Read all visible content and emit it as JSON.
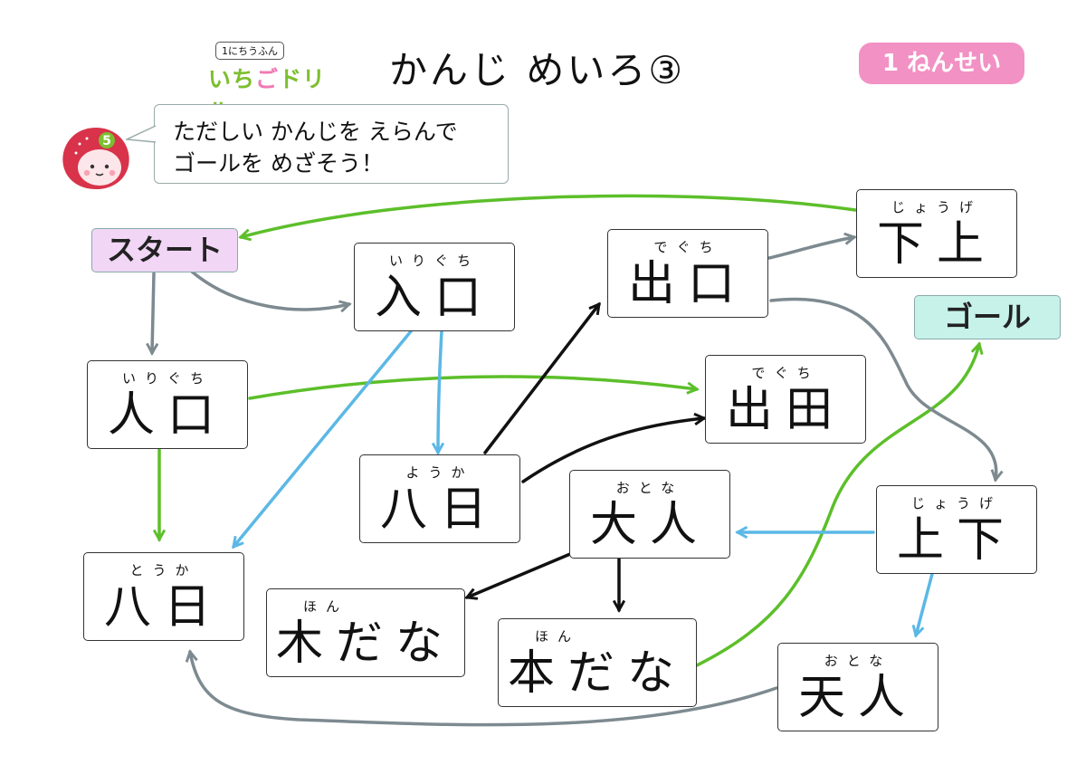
{
  "brand": {
    "tagline": "1にちうふん",
    "name_part1": "いち",
    "name_part2": "ご",
    "name_part3": "ドリル"
  },
  "title": "かんじ めいろ③",
  "grade": "1 ねんせい",
  "instruction": {
    "line1": "ただしい かんじを えらんで",
    "line2": "ゴールを めざそう！"
  },
  "mascot": {
    "badge": "5",
    "icon": "strawberry-mascot-icon"
  },
  "start_label": "スタート",
  "goal_label": "ゴール",
  "colors": {
    "green": "#5cbf2a",
    "blue": "#5bb8e6",
    "gray": "#7d8a90",
    "black": "#111111",
    "start_bg": "#f2d6f6",
    "goal_bg": "#c6f2ea",
    "grade_bg": "#f291c4"
  },
  "cards": {
    "iriguchi_correct": {
      "reading": "いりぐち",
      "kanji": "入口"
    },
    "iriguchi_wrong": {
      "reading": "いりぐち",
      "kanji": "人口"
    },
    "deguchi_correct": {
      "reading": "でぐち",
      "kanji": "出口"
    },
    "deguchi_wrong": {
      "reading": "でぐち",
      "kanji": "出田"
    },
    "jouge_wrong": {
      "reading": "じょうげ",
      "kanji": "下上"
    },
    "jouge_correct": {
      "reading": "じょうげ",
      "kanji": "上下"
    },
    "youka": {
      "reading": "ようか",
      "kanji": "八日"
    },
    "touka": {
      "reading": "とうか",
      "kanji": "八日"
    },
    "otona_correct": {
      "reading": "おとな",
      "kanji": "大人"
    },
    "otona_wrong": {
      "reading": "おとな",
      "kanji": "天人"
    },
    "hondana_wrong": {
      "reading": "ほん",
      "kanji": "木だな"
    },
    "hondana_correct": {
      "reading": "ほん",
      "kanji": "本だな"
    }
  }
}
